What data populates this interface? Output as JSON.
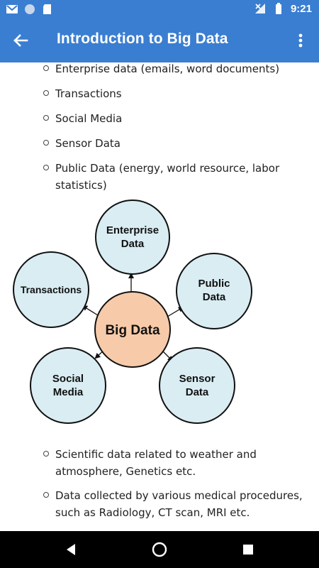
{
  "status_bar": {
    "time": "9:21",
    "icons_left": [
      "gmail-icon",
      "circle-icon",
      "sd-card-icon"
    ],
    "icons_right": [
      "signal-off-icon",
      "battery-icon"
    ]
  },
  "app_bar": {
    "title": "Introduction to Big Data",
    "back_icon": "arrow-back-icon",
    "menu_icon": "more-vert-icon"
  },
  "bullets_top": [
    "Enterprise data (emails, word documents)",
    "Transactions",
    "Social Media",
    "Sensor Data",
    "Public Data (energy, world resource, labor statistics)"
  ],
  "diagram": {
    "center": "Big Data",
    "nodes": [
      {
        "line1": "Enterprise",
        "line2": "Data"
      },
      {
        "line1": "Public",
        "line2": "Data"
      },
      {
        "line1": "Sensor",
        "line2": "Data"
      },
      {
        "line1": "Social",
        "line2": "Media"
      },
      {
        "line1": "Transactions",
        "line2": ""
      }
    ],
    "colors": {
      "center_fill": "#f7cba9",
      "node_fill": "#d9edf3",
      "stroke": "#111111"
    }
  },
  "bullets_bottom": [
    "Scientific data related to weather and atmosphere, Genetics etc.",
    "Data collected by various medical procedures, such as Radiology, CT scan, MRI etc."
  ],
  "nav_bar": {
    "back_icon": "nav-back-icon",
    "home_icon": "nav-home-icon",
    "recents_icon": "nav-recents-icon"
  },
  "theme": {
    "primary": "#3a7ed1"
  }
}
